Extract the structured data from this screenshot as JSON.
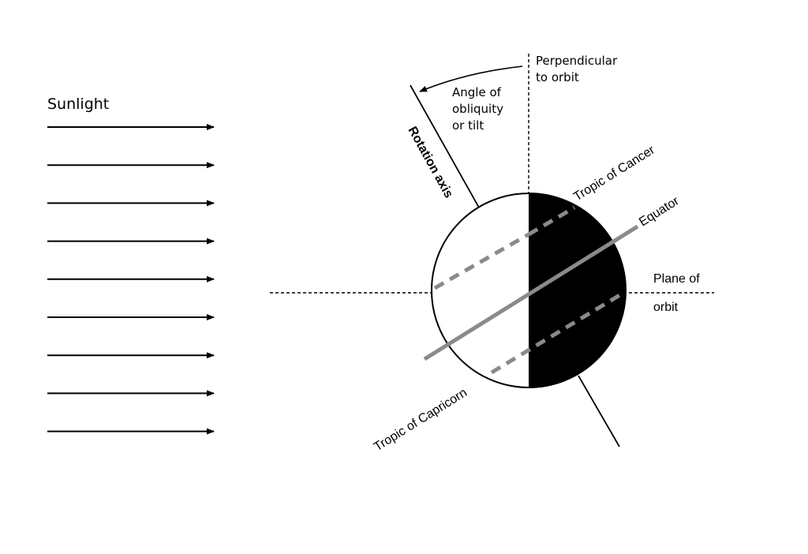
{
  "labels": {
    "sunlight": "Sunlight",
    "perpendicular_line1": "Perpendicular",
    "perpendicular_line2": "to orbit",
    "angle_line1": "Angle of",
    "angle_line2": "obliquity",
    "angle_line3": "or tilt",
    "rotation_axis": "Rotation axis",
    "tropic_cancer": "Tropic of Cancer",
    "equator": "Equator",
    "plane_line1": "Plane of",
    "plane_line2": "orbit",
    "tropic_capricorn": "Tropic of Capricorn"
  },
  "sunlight_arrow_count": 9,
  "colors": {
    "line": "#000000",
    "night_side": "#000000",
    "day_side": "#ffffff",
    "latitude_lines": "#8a8a8a"
  }
}
